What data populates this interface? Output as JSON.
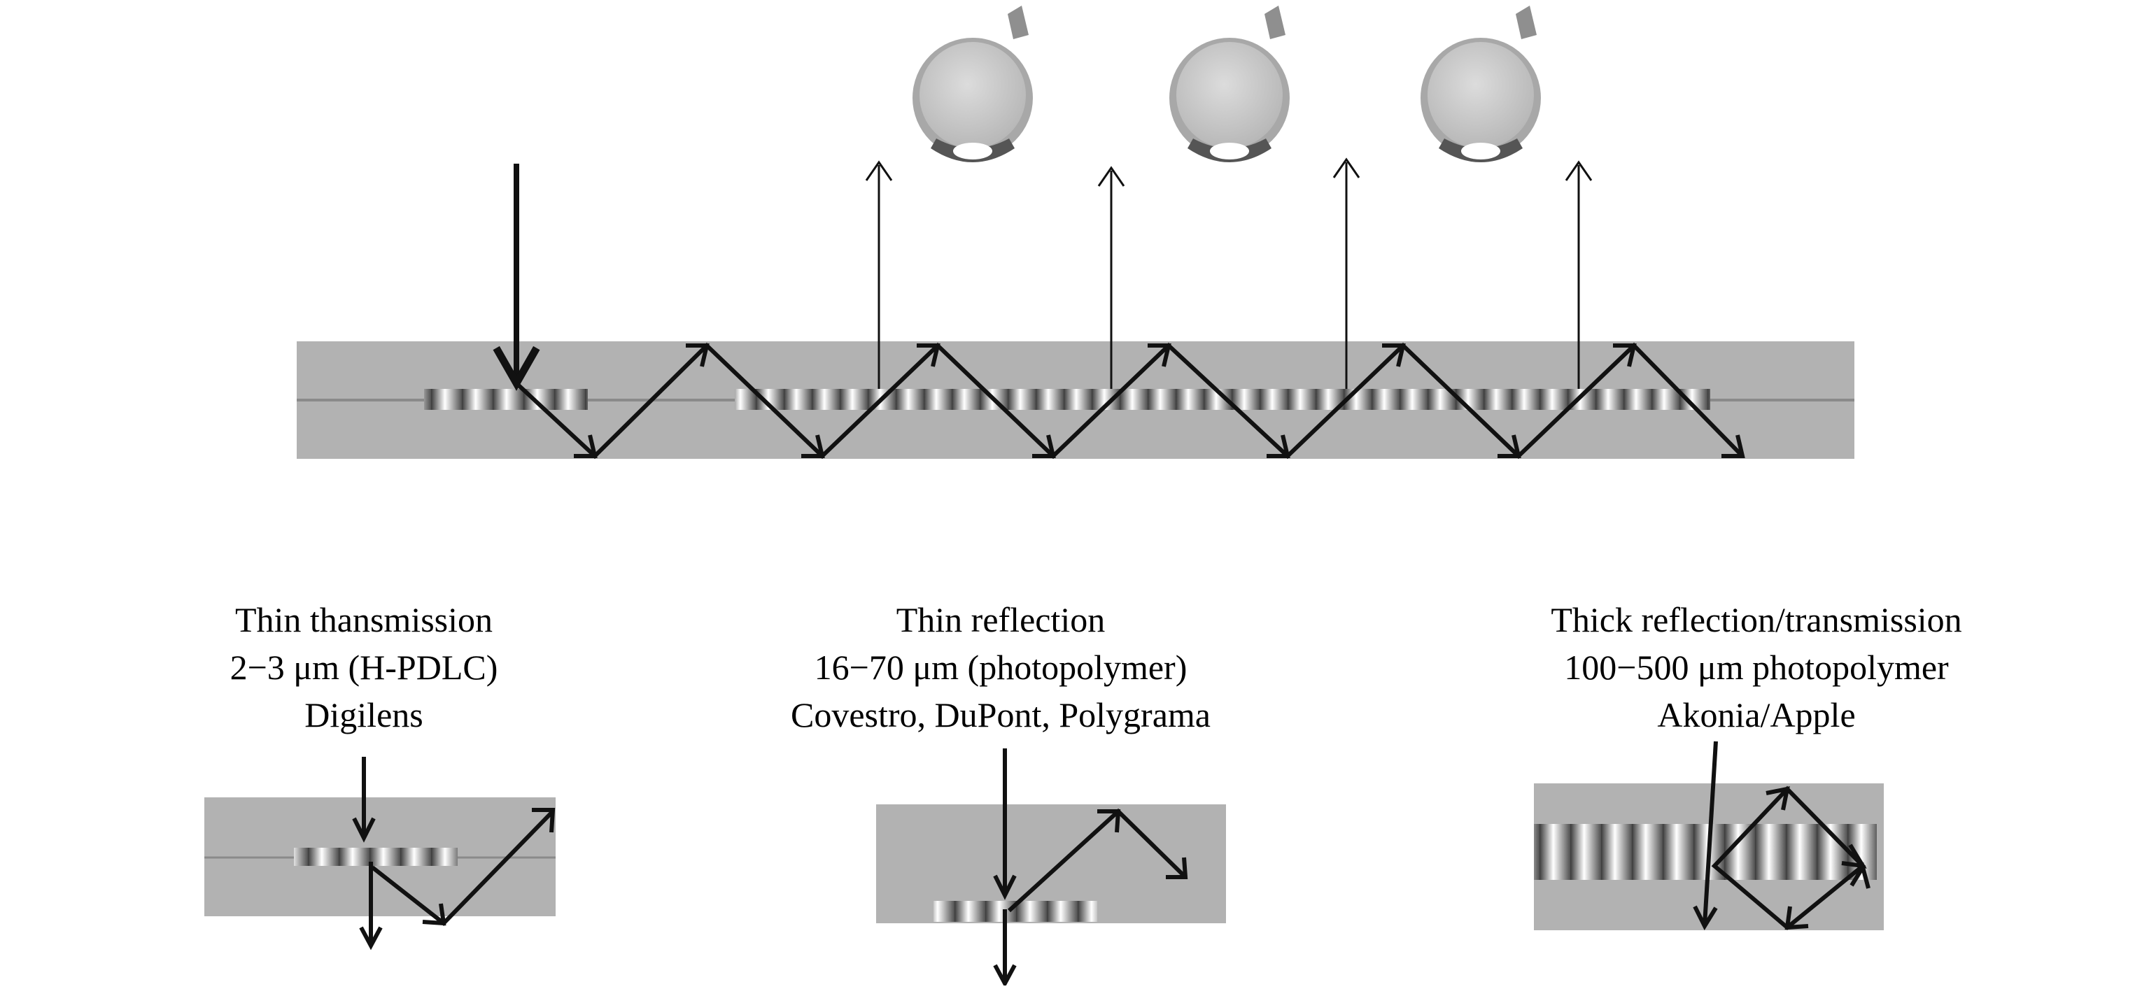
{
  "captions": [
    {
      "line1": "Thin thansmission",
      "line2": "2−3 μm (H-PDLC)",
      "line3": "Digilens"
    },
    {
      "line1": "Thin reflection",
      "line2": "16−70 μm (photopolymer)",
      "line3": "Covestro, DuPont, Polygrama"
    },
    {
      "line1": "Thick reflection/transmission",
      "line2": "100−500 μm photopolymer",
      "line3": "Akonia/Apple"
    }
  ],
  "colors": {
    "waveguide": "#b2b2b2",
    "arrow": "#111111",
    "eye_outer": "#a8a8a8",
    "eye_inner": "#cfcfcf"
  }
}
